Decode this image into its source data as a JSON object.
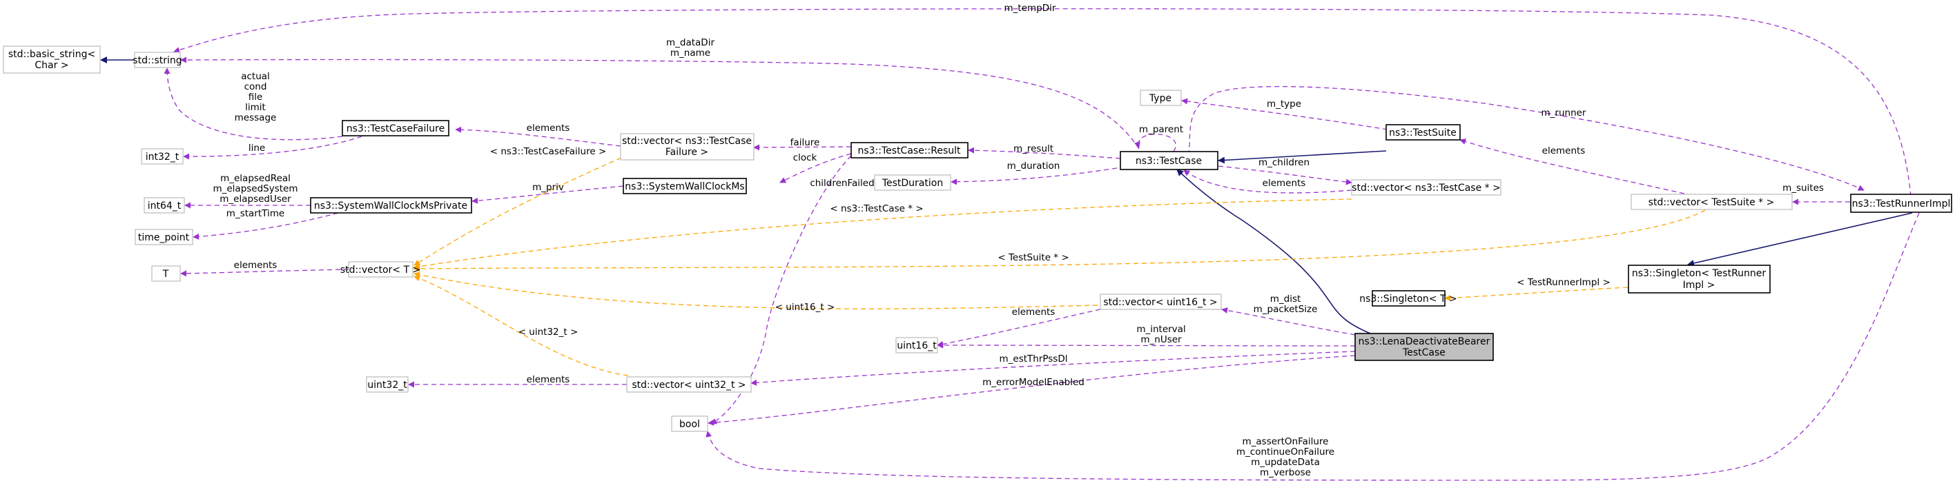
{
  "nodes": {
    "basic_string": [
      "std::basic_string<",
      "Char >"
    ],
    "string": [
      "std::string"
    ],
    "int32_t": [
      "int32_t"
    ],
    "int64_t": [
      "int64_t"
    ],
    "time_point": [
      "time_point"
    ],
    "T": [
      "T"
    ],
    "uint32_t": [
      "uint32_t"
    ],
    "uint16_t": [
      "uint16_t"
    ],
    "bool": [
      "bool"
    ],
    "TestCaseFailure": [
      "ns3::TestCaseFailure"
    ],
    "SysWallClockPriv": [
      "ns3::SystemWallClockMsPrivate"
    ],
    "vectorT": [
      "std::vector< T >"
    ],
    "vecFailure": [
      "std::vector< ns3::TestCase",
      "Failure >"
    ],
    "SysWallClock": [
      "ns3::SystemWallClockMs"
    ],
    "Result": [
      "ns3::TestCase::Result"
    ],
    "TestDuration": [
      "TestDuration"
    ],
    "vecUint32": [
      "std::vector< uint32_t >"
    ],
    "Type": [
      "Type"
    ],
    "TestCase": [
      "ns3::TestCase"
    ],
    "TestSuite": [
      "ns3::TestSuite"
    ],
    "vecTestCasePtr": [
      "std::vector< ns3::TestCase * >"
    ],
    "vecUint16": [
      "std::vector< uint16_t >"
    ],
    "vecTestSuitePtr": [
      "std::vector< TestSuite * >"
    ],
    "SingletonT": [
      "ns3::Singleton< T >"
    ],
    "SingletonRunner": [
      "ns3::Singleton< TestRunner",
      "Impl >"
    ],
    "TestRunnerImpl": [
      "ns3::TestRunnerImpl"
    ],
    "LenaDeactivate": [
      "ns3::LenaDeactivateBearer",
      "TestCase"
    ]
  },
  "edges": {
    "m_tempDir": [
      "m_tempDir"
    ],
    "m_dataDir_name": [
      "m_dataDir",
      "m_name"
    ],
    "failure_strings": [
      "actual",
      "cond",
      "file",
      "limit",
      "message"
    ],
    "line": [
      "line"
    ],
    "elements_failure": [
      "elements"
    ],
    "tpl_failure": [
      "< ns3::TestCaseFailure >"
    ],
    "failure": [
      "failure"
    ],
    "clock": [
      "clock"
    ],
    "m_priv": [
      "m_priv"
    ],
    "elapsed": [
      "m_elapsedReal",
      "m_elapsedSystem",
      "m_elapsedUser"
    ],
    "m_startTime": [
      "m_startTime"
    ],
    "elements_T": [
      "elements"
    ],
    "childrenFailed": [
      "childrenFailed"
    ],
    "m_result": [
      "m_result"
    ],
    "m_duration": [
      "m_duration"
    ],
    "m_parent": [
      "m_parent"
    ],
    "m_type": [
      "m_type"
    ],
    "m_children": [
      "m_children"
    ],
    "elements_tc": [
      "elements"
    ],
    "tpl_tcptr": [
      "< ns3::TestCase * >"
    ],
    "m_runner": [
      "m_runner"
    ],
    "elements_suite": [
      "elements"
    ],
    "m_suites": [
      "m_suites"
    ],
    "tpl_suite": [
      "< TestSuite * >"
    ],
    "tpl_runner": [
      "< TestRunnerImpl >"
    ],
    "tpl_uint16": [
      "< uint16_t >"
    ],
    "tpl_uint32": [
      "< uint32_t >"
    ],
    "elements_u16": [
      "elements"
    ],
    "m_dist": [
      "m_dist",
      "m_packetSize"
    ],
    "m_interval": [
      "m_interval",
      "m_nUser"
    ],
    "m_estThr": [
      "m_estThrPssDl"
    ],
    "elements_u32": [
      "elements"
    ],
    "m_errorModel": [
      "m_errorModelEnabled"
    ],
    "runner_flags": [
      "m_assertOnFailure",
      "m_continueOnFailure",
      "m_updateData",
      "m_verbose"
    ]
  }
}
